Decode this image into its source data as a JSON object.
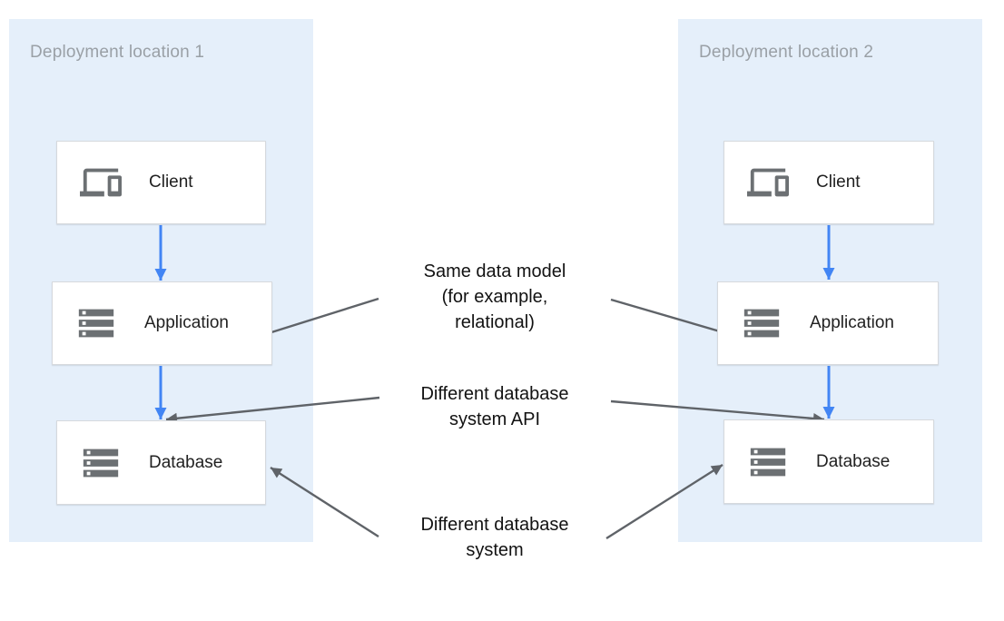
{
  "colors": {
    "panel_bg": "#E5EFFA",
    "flow_arrow": "#4285F4",
    "annotation_arrow": "#5F6368",
    "box_border": "#D6D9DD",
    "box_bg": "#FFFFFF",
    "icon_gray": "#6C7073",
    "node_label": "#212121",
    "panel_title": "#9AA0A6",
    "annotation_text": "#121212",
    "canvas_bg": "#FFFFFF"
  },
  "panels": [
    {
      "title": "Deployment location 1",
      "nodes": [
        {
          "label": "Client",
          "icon": "devices-icon"
        },
        {
          "label": "Application",
          "icon": "server-stack-icon"
        },
        {
          "label": "Database",
          "icon": "server-stack-icon"
        }
      ]
    },
    {
      "title": "Deployment location 2",
      "nodes": [
        {
          "label": "Client",
          "icon": "devices-icon"
        },
        {
          "label": "Application",
          "icon": "server-stack-icon"
        },
        {
          "label": "Database",
          "icon": "server-stack-icon"
        }
      ]
    }
  ],
  "annotations": [
    {
      "lines": [
        "Same data model",
        "(for example,",
        "relational)"
      ]
    },
    {
      "lines": [
        "Different database",
        "system API"
      ]
    },
    {
      "lines": [
        "Different database",
        "system"
      ]
    }
  ]
}
